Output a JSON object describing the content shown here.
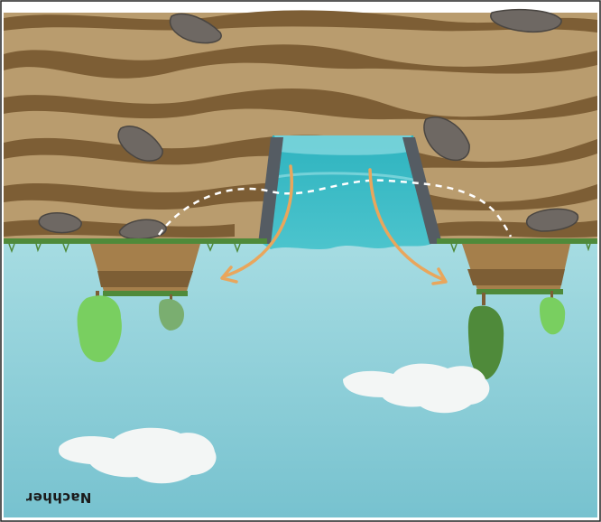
{
  "scene": {
    "orientation": "upside-down",
    "colors": {
      "sky_top": "#9fd8df",
      "sky_bottom": "#79c4d0",
      "soil_light": "#b79a6c",
      "soil_dark": "#7d5e35",
      "grass": "#4f8a3a",
      "water": "#34b8c3",
      "water_light": "#8fdde3",
      "dam_wall": "#555c63",
      "rock": "#6e6863",
      "arrow": "#e9a65c",
      "flow_line": "#ffffff",
      "tree_light": "#79cf60",
      "tree_dark": "#4f8a3a",
      "cloud": "#f4f7f6"
    },
    "elements": [
      "soil-layers",
      "rocks",
      "dam-walls",
      "reservoir-water",
      "dashed-flow-line",
      "curved-arrows",
      "ground-ledges",
      "trees",
      "clouds"
    ]
  },
  "signature": {
    "text": "Nachher"
  }
}
